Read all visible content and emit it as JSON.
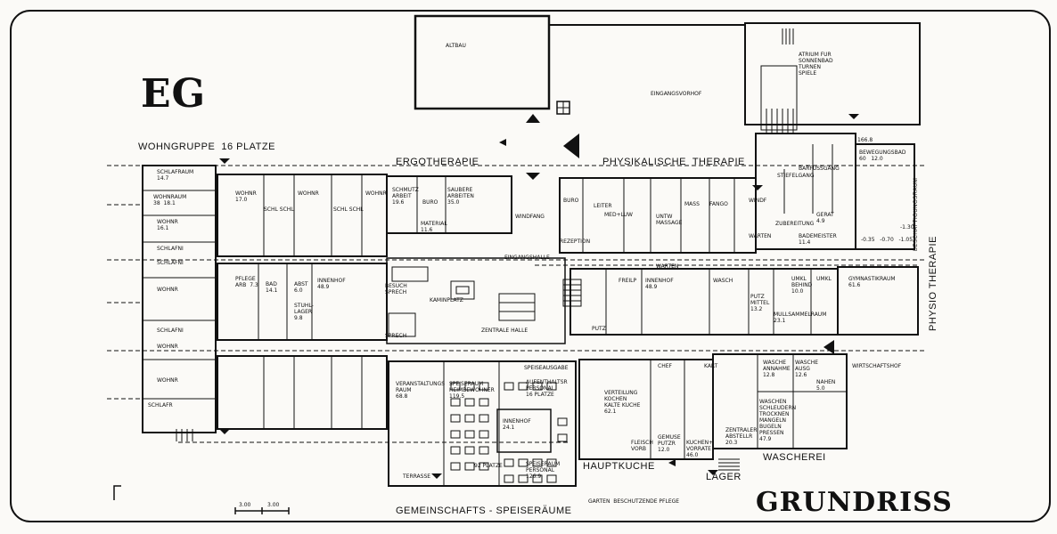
{
  "headings": {
    "eg": "EG",
    "grundriss": "GRUNDRISS",
    "wohngruppe": "WOHNGRUPPE  16 PLATZE",
    "ergotherapie": "ERGOTHERAPIE",
    "physikalische": "PHYSIKALISCHE  THERAPIE",
    "hauptkueche": "HAUPTKUCHE",
    "waescherei": "WASCHEREI",
    "lager": "LAGER",
    "gemeinschaft": "GEMEINSCHAFTS - SPEISERÄUME",
    "physio_vertical": "PHYSIO THERAPIE"
  },
  "scale": {
    "a": "3.00",
    "b": "3.00"
  },
  "rooms": [
    {
      "id": "altbau",
      "text": "ALTBAU"
    },
    {
      "id": "eingangsvorhof",
      "text": "EINGANGSVORHOF"
    },
    {
      "id": "atrium",
      "text": "ATRIUM FUR\nSONNENBAD\nTURNEN\nSPIELE"
    },
    {
      "id": "schlafraum",
      "text": "SCHLAFRAUM\n14.7"
    },
    {
      "id": "wohnraum",
      "text": "WOHNRAUM\n38  18.1"
    },
    {
      "id": "wohnr1",
      "text": "WOHNR\n16.1"
    },
    {
      "id": "schlafni1",
      "text": "SCHLAFNI"
    },
    {
      "id": "schlafni2",
      "text": "SCHLAFNI"
    },
    {
      "id": "wohnr2",
      "text": "WOHNR"
    },
    {
      "id": "schlafni3",
      "text": "SCHLAFNI"
    },
    {
      "id": "wohnr3",
      "text": "WOHNR"
    },
    {
      "id": "wohnr4",
      "text": "WOHNR"
    },
    {
      "id": "schlafr",
      "text": "SCHLAFR"
    },
    {
      "id": "wohnr5",
      "text": "WOHNR\n17.0"
    },
    {
      "id": "wohnr6",
      "text": "WOHNR"
    },
    {
      "id": "wohnr7",
      "text": "WOHNR"
    },
    {
      "id": "schlschl1",
      "text": "SCHL SCHL"
    },
    {
      "id": "schlschl2",
      "text": "SCHL SCHL"
    },
    {
      "id": "schmutz",
      "text": "SCHMUTZ\nARBEIT\n19.6"
    },
    {
      "id": "buero1",
      "text": "BURO"
    },
    {
      "id": "saubere",
      "text": "SAUBERE\nARBEITEN\n35.0"
    },
    {
      "id": "material",
      "text": "MATERIAL\n11.6"
    },
    {
      "id": "windfang",
      "text": "WINDFANG"
    },
    {
      "id": "buero2",
      "text": "BURO"
    },
    {
      "id": "leiter",
      "text": "LEITER"
    },
    {
      "id": "medluw",
      "text": "MED+LUW"
    },
    {
      "id": "unterwasser",
      "text": "UNTW\nMASSAGE"
    },
    {
      "id": "mass",
      "text": "MASS"
    },
    {
      "id": "fango",
      "text": "FANGO"
    },
    {
      "id": "windf2",
      "text": "WINDF"
    },
    {
      "id": "bewegungsbad",
      "text": "BEWEGUNGSBAD\n60   12.0"
    },
    {
      "id": "stiefelgang",
      "text": "STIEFELGANG"
    },
    {
      "id": "barfussgang",
      "text": "BARFUSSGANG"
    },
    {
      "id": "zubereitung",
      "text": "ZUBEREITUNG"
    },
    {
      "id": "geraet",
      "text": "GERAT\n4.9"
    },
    {
      "id": "bademeister",
      "text": "BADEMEISTER\n11.4"
    },
    {
      "id": "rezeption",
      "text": "REZEPTION"
    },
    {
      "id": "warten1",
      "text": "WARTEN"
    },
    {
      "id": "eingangshalle",
      "text": "EINGANGSHALLE"
    },
    {
      "id": "warten2",
      "text": "WARTEN"
    },
    {
      "id": "gymnastik",
      "text": "GYMNASTIKRAUM\n61.6"
    },
    {
      "id": "pflege",
      "text": "PFLEGE\nARB  7.3"
    },
    {
      "id": "bad",
      "text": "BAD\n14.1"
    },
    {
      "id": "abst",
      "text": "ABST\n6.0"
    },
    {
      "id": "innenhof1",
      "text": "INNENHOF\n48.9"
    },
    {
      "id": "stuhllager",
      "text": "STUHL-\nLAGER\n9.8"
    },
    {
      "id": "besuch",
      "text": "BESUCH\nSPRECH"
    },
    {
      "id": "sprech",
      "text": "SPRECH"
    },
    {
      "id": "kaminplatz",
      "text": "KAMINPLATZ"
    },
    {
      "id": "zentralehalle",
      "text": "ZENTRALE HALLE"
    },
    {
      "id": "freilp",
      "text": "FREILP"
    },
    {
      "id": "innenhof2",
      "text": "INNENHOF\n48.9"
    },
    {
      "id": "wasch",
      "text": "WASCH"
    },
    {
      "id": "putz1",
      "text": "PUTZ"
    },
    {
      "id": "putzmittel",
      "text": "PUTZ\nMITTEL\n13.2"
    },
    {
      "id": "umkl1",
      "text": "UMKL\nBEHIND\n10.0"
    },
    {
      "id": "umkl2",
      "text": "UMKL"
    },
    {
      "id": "muellsammel",
      "text": "MULLSAMMELRAUM\n23.1"
    },
    {
      "id": "wirtschaftshof",
      "text": "WIRTSCHAFTSHOF"
    },
    {
      "id": "veranstaltung",
      "text": "VERANSTALTUNGS\nRAUM\n68.8"
    },
    {
      "id": "speiseausgabe",
      "text": "SPEISEAUSGABE"
    },
    {
      "id": "speiseraum",
      "text": "SPEISERAUM\nHEIMBEWOHNER\n119.5"
    },
    {
      "id": "aufenthalt",
      "text": "AUFENTHALTSR\nPERSONAL\n16 PLATZE"
    },
    {
      "id": "innenhof3",
      "text": "INNENHOF\n24.1"
    },
    {
      "id": "platze92",
      "text": "92 PLATZE"
    },
    {
      "id": "speiseraumpers",
      "text": "SPEISERAUM\nPERSONAL\n126.9"
    },
    {
      "id": "verteilung",
      "text": "VERTEILUNG\nKOCHEN\nKALTE KUCHE\n62.1"
    },
    {
      "id": "fleisch",
      "text": "FLEISCH\nVORB"
    },
    {
      "id": "gemuese",
      "text": "GEMUSE\nPUTZR\n12.0"
    },
    {
      "id": "kuechenvorraete",
      "text": "KUCHEN+\nVORRATE\n46.0"
    },
    {
      "id": "chef",
      "text": "CHEF"
    },
    {
      "id": "kart",
      "text": "KART"
    },
    {
      "id": "waescheannahme",
      "text": "WASCHE\nANNAHME\n12.8"
    },
    {
      "id": "waescheausg",
      "text": "WASCHE\nAUSG\n12.6"
    },
    {
      "id": "naehen",
      "text": "NAHEN\n5.0"
    },
    {
      "id": "waschen",
      "text": "WASCHEN\nSCHLEUDERN\nTROCKNEN\nMANGELN\nBUGELN\nPRESSEN\n47.9"
    },
    {
      "id": "zentraler",
      "text": "ZENTRALER\nABSTELLR\n20.3"
    },
    {
      "id": "terrasse",
      "text": "TERRASSE"
    },
    {
      "id": "garten",
      "text": "GARTEN  BESCHUTZENDE PFLEGE"
    },
    {
      "id": "beschaeftigung",
      "text": "BESCHAFTIGUNGSRAUM"
    },
    {
      "id": "levels",
      "text": "-0.35   -0.70   -1.05"
    },
    {
      "id": "level130",
      "text": "-1.30"
    },
    {
      "id": "level1668",
      "text": "166.8"
    }
  ]
}
